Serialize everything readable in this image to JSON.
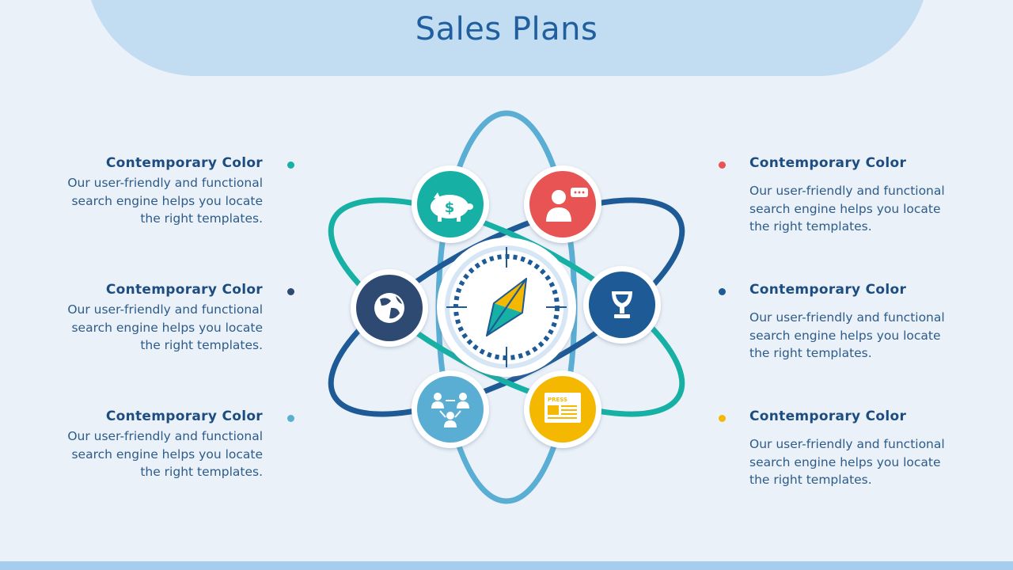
{
  "slide": {
    "title": "Sales Plans"
  },
  "items": [
    {
      "heading": "Contemporary Color",
      "body": "Our user-friendly and functional search engine helps you locate the right templates.",
      "color": "#17b0a4",
      "icon": "piggy-bank-icon"
    },
    {
      "heading": "Contemporary Color",
      "body": "Our user-friendly and functional search engine helps you locate the right templates.",
      "color": "#2e4a72",
      "icon": "globe-icon"
    },
    {
      "heading": "Contemporary Color",
      "body": "Our user-friendly and functional search engine helps you locate the right templates.",
      "color": "#5aaed3",
      "icon": "team-icon"
    },
    {
      "heading": "Contemporary Color",
      "body": "Our user-friendly and functional search engine helps you locate the right templates.",
      "color": "#e85454",
      "icon": "user-chat-icon"
    },
    {
      "heading": "Contemporary Color",
      "body": "Our user-friendly and functional search engine helps you locate the right templates.",
      "color": "#1d5a96",
      "icon": "trophy-icon"
    },
    {
      "heading": "Contemporary Color",
      "body": "Our user-friendly and functional search engine helps you locate the right templates.",
      "color": "#f5b800",
      "icon": "press-document-icon"
    }
  ],
  "center": {
    "icon": "compass-icon"
  },
  "press_label": "PRESS"
}
